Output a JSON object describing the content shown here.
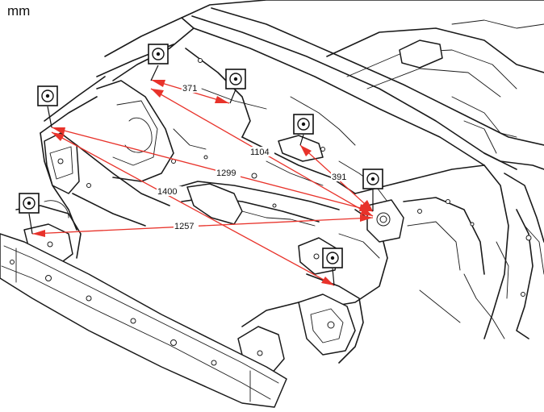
{
  "unit": "mm",
  "measurements": [
    {
      "id": "m371",
      "label": "371"
    },
    {
      "id": "m1104",
      "label": "1104"
    },
    {
      "id": "m391",
      "label": "391"
    },
    {
      "id": "m1299",
      "label": "1299"
    },
    {
      "id": "m1400",
      "label": "1400"
    },
    {
      "id": "m1257",
      "label": "1257"
    }
  ],
  "colors": {
    "dimension_line": "#e8322a",
    "body_line": "#1a1a1a",
    "background": "#ffffff"
  },
  "icons": {
    "measurement_point": "target-point-icon"
  }
}
